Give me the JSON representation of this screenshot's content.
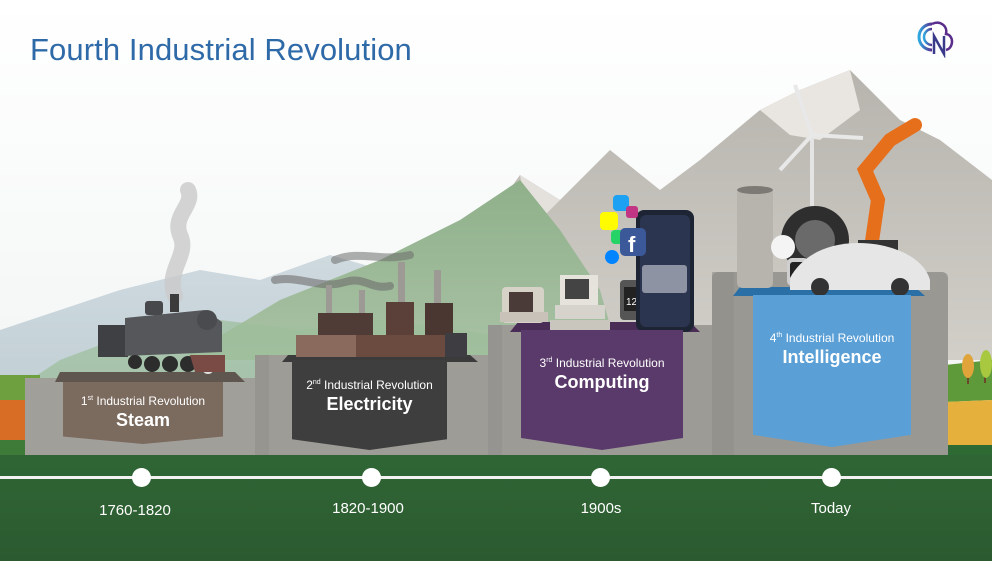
{
  "slide": {
    "title": "Fourth Industrial Revolution",
    "logo": {
      "icon": "cloud-cn-logo-icon",
      "text": "CN",
      "colors": [
        "#2fa7e0",
        "#5a2d8c"
      ]
    }
  },
  "revolutions": [
    {
      "ordinal_number": "1",
      "ordinal_suffix": "st",
      "subtitle": "Industrial Revolution",
      "name": "Steam",
      "period": "1760-1820",
      "banner_color": "#7b6a5e",
      "illustration": "steam-locomotive-icon"
    },
    {
      "ordinal_number": "2",
      "ordinal_suffix": "nd",
      "subtitle": "Industrial Revolution",
      "name": "Electricity",
      "period": "1820-1900",
      "banner_color": "#3e3e3e",
      "illustration": "power-station-icon"
    },
    {
      "ordinal_number": "3",
      "ordinal_suffix": "rd",
      "subtitle": "Industrial Revolution",
      "name": "Computing",
      "period": "1900s",
      "banner_color": "#5a3a6a",
      "illustration": "computers-phone-social-icons"
    },
    {
      "ordinal_number": "4",
      "ordinal_suffix": "th",
      "subtitle": "Industrial Revolution",
      "name": "Intelligence",
      "period": "Today",
      "banner_color": "#5a9fd6",
      "illustration": "smart-speaker-robot-arm-electric-car-icon"
    }
  ],
  "colors": {
    "title": "#2f6aa8",
    "ground": "#2e6133",
    "timeline": "#ffffff",
    "pillar": "#9c9b96"
  }
}
